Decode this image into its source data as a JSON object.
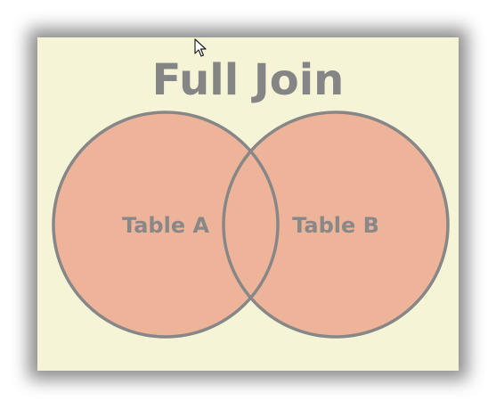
{
  "diagram": {
    "title": "Full Join",
    "left_set": {
      "label": "Table A"
    },
    "right_set": {
      "label": "Table B"
    },
    "colors": {
      "background": "#f5f4d7",
      "circle_fill": "#eeb49a",
      "circle_stroke": "#878787",
      "text": "#858585"
    }
  },
  "icons": {
    "cursor": "mouse-pointer-icon"
  }
}
